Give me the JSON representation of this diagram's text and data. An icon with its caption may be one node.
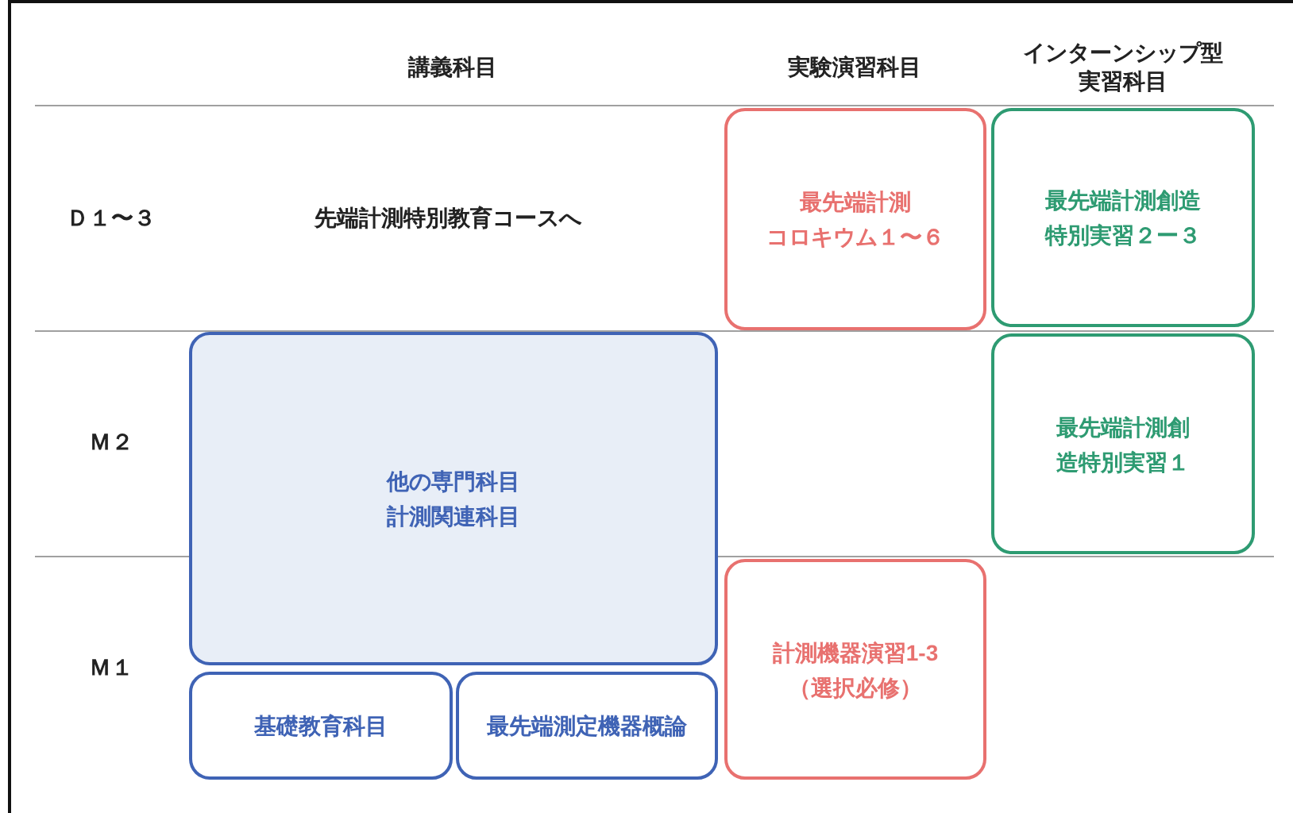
{
  "diagram": {
    "nodes": [
      {
        "text": [
          "最先端計測コロキウム１〜６"
        ]
      },
      {
        "text": [
          "最先端計測創造特別実習２ー３"
        ]
      },
      {
        "text": [
          "他の専門科目計測関連科目"
        ]
      },
      {
        "text": [
          "最先端計測創造特別実習１"
        ]
      },
      {
        "text": [
          "計測機器演習1-3（選択必修）"
        ]
      },
      {
        "text": [
          "基礎教育科目"
        ]
      },
      {
        "text": [
          "最先端測定機器概論"
        ]
      }
    ],
    "edges": [],
    "labels": [
      "講義科目",
      "実験演習科目",
      "インターンシップ型実習科目",
      "Ｄ１〜３",
      "先端計測特別教育コースへ",
      "Ｍ２",
      "Ｍ１"
    ]
  }
}
